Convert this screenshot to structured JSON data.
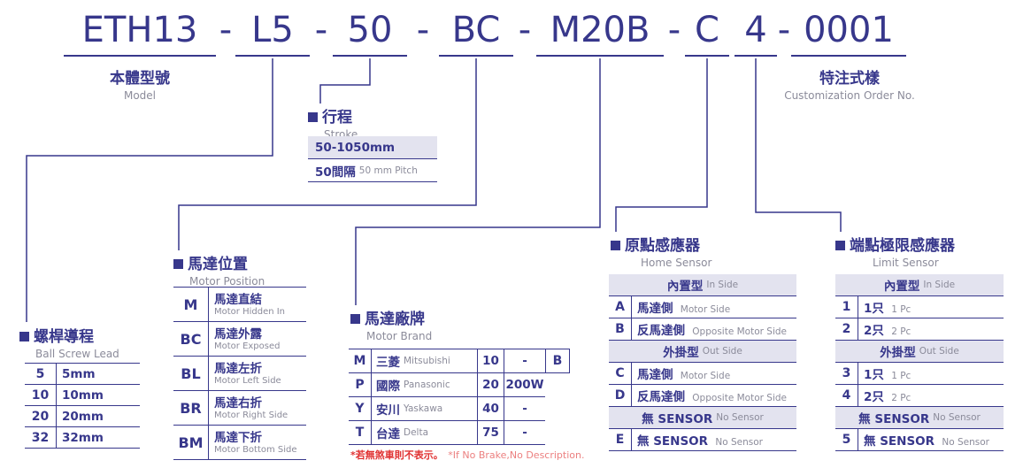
{
  "colors": {
    "accent": "#37378b",
    "muted": "#8b8b9a",
    "header_bg": "#e3e3ef",
    "note_red": "#e03030"
  },
  "model_code": {
    "segments": [
      "ETH13",
      "L5",
      "50",
      "BC",
      "M20B",
      "C",
      "4",
      "0001"
    ],
    "separator": "-"
  },
  "model": {
    "title": "本體型號",
    "subtitle": "Model"
  },
  "customization": {
    "title": "特注式樣",
    "subtitle": "Customization Order No."
  },
  "stroke": {
    "title": "行程",
    "subtitle": "Stroke",
    "range": "50-1050mm",
    "pitch_zh": "50間隔",
    "pitch_en": "50 mm Pitch"
  },
  "ball_screw_lead": {
    "title": "螺桿導程",
    "subtitle": "Ball Screw Lead",
    "rows": [
      {
        "code": "5",
        "value": "5mm"
      },
      {
        "code": "10",
        "value": "10mm"
      },
      {
        "code": "20",
        "value": "20mm"
      },
      {
        "code": "32",
        "value": "32mm"
      }
    ]
  },
  "motor_position": {
    "title": "馬達位置",
    "subtitle": "Motor Position",
    "rows": [
      {
        "code": "M",
        "zh": "馬達直結",
        "en": "Motor Hidden In"
      },
      {
        "code": "BC",
        "zh": "馬達外露",
        "en": "Motor Exposed"
      },
      {
        "code": "BL",
        "zh": "馬達左折",
        "en": "Motor Left Side"
      },
      {
        "code": "BR",
        "zh": "馬達右折",
        "en": "Motor Right Side"
      },
      {
        "code": "BM",
        "zh": "馬達下折",
        "en": "Motor Bottom Side"
      }
    ]
  },
  "motor_brand": {
    "title": "馬達廠牌",
    "subtitle": "Motor Brand",
    "rows": [
      {
        "code": "M",
        "zh": "三菱",
        "en": "Mitsubishi",
        "num": "10",
        "power": "-",
        "extra": "B"
      },
      {
        "code": "P",
        "zh": "國際",
        "en": "Panasonic",
        "num": "20",
        "power": "200W",
        "extra": ""
      },
      {
        "code": "Y",
        "zh": "安川",
        "en": "Yaskawa",
        "num": "40",
        "power": "-",
        "extra": ""
      },
      {
        "code": "T",
        "zh": "台達",
        "en": "Delta",
        "num": "75",
        "power": "-",
        "extra": ""
      }
    ],
    "footnote_zh": "*若無煞車則不表示。",
    "footnote_en": "*If No Brake,No Description."
  },
  "home_sensor": {
    "title": "原點感應器",
    "subtitle": "Home Sensor",
    "rows": [
      {
        "type": "header",
        "zh": "內置型",
        "en": "In Side"
      },
      {
        "type": "data",
        "code": "A",
        "zh": "馬達側",
        "en": "Motor Side"
      },
      {
        "type": "data",
        "code": "B",
        "zh": "反馬達側",
        "en": "Opposite Motor Side"
      },
      {
        "type": "header",
        "zh": "外掛型",
        "en": "Out Side"
      },
      {
        "type": "data",
        "code": "C",
        "zh": "馬達側",
        "en": "Motor Side"
      },
      {
        "type": "data",
        "code": "D",
        "zh": "反馬達側",
        "en": "Opposite Motor Side"
      },
      {
        "type": "header",
        "zh": "無 SENSOR",
        "en": "No Sensor"
      },
      {
        "type": "data",
        "code": "E",
        "zh": "無 SENSOR",
        "en": "No Sensor"
      }
    ]
  },
  "limit_sensor": {
    "title": "端點極限感應器",
    "subtitle": "Limit Sensor",
    "rows": [
      {
        "type": "header",
        "zh": "內置型",
        "en": "In Side"
      },
      {
        "type": "data",
        "code": "1",
        "zh": "1只",
        "en": "1 Pc"
      },
      {
        "type": "data",
        "code": "2",
        "zh": "2只",
        "en": "2 Pc"
      },
      {
        "type": "header",
        "zh": "外掛型",
        "en": "Out Side"
      },
      {
        "type": "data",
        "code": "3",
        "zh": "1只",
        "en": "1 Pc"
      },
      {
        "type": "data",
        "code": "4",
        "zh": "2只",
        "en": "2 Pc"
      },
      {
        "type": "header",
        "zh": "無 SENSOR",
        "en": "No Sensor"
      },
      {
        "type": "data",
        "code": "5",
        "zh": "無 SENSOR",
        "en": "No Sensor"
      }
    ]
  }
}
